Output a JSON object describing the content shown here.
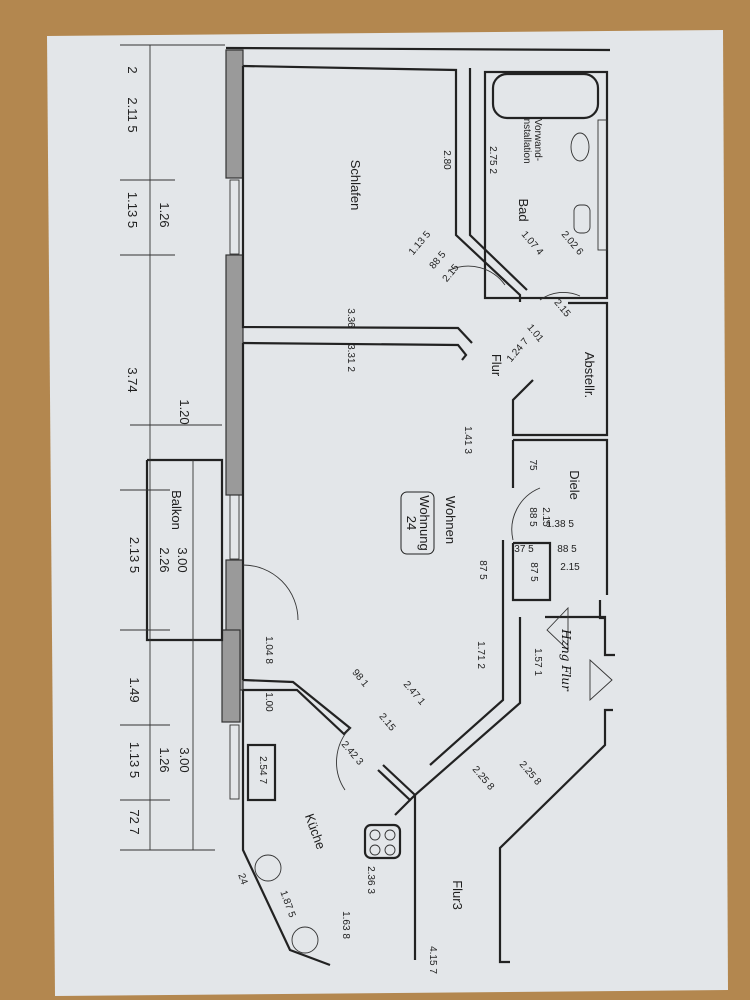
{
  "colors": {
    "background": "#b3874f",
    "paper": "#e3e6e9",
    "ink": "#222222"
  },
  "rooms": {
    "schlafen": "Schlafen",
    "wohnen": "Wohnen",
    "wohnung_line1": "Wohnung",
    "wohnung_line2": "24",
    "balkon": "Balkon",
    "kueche": "Küche",
    "bad": "Bad",
    "vorwand_line1": "Vorwand-",
    "vorwand_line2": "installation",
    "flur": "Flur",
    "abstellr": "Abstellr.",
    "diele": "Diele",
    "flur3": "Flur3"
  },
  "handwritten_note": "Hzng Flur",
  "left_dims": {
    "d1": "2",
    "d2": "2.11 5",
    "d3": "1.13 5",
    "d4": "1.26",
    "d5": "3.74",
    "d6": "1.20",
    "d7": "2.13 5",
    "d8": "2.26",
    "d9": "3.00",
    "d10": "1.49",
    "d11": "1.13 5",
    "d12": "1.26",
    "d13": "3.00",
    "d14": "72 7"
  },
  "inner_dims": {
    "schlafen_depth": "2.80",
    "schlafen_width": "3.36",
    "wohnen_width": "3.31 2",
    "bad_depth": "2.75 2",
    "wohnen_1": "1.41 3",
    "wohnen_2": "87 5",
    "wohnen_3": "1.71 2",
    "kueche_1": "1.04 8",
    "kueche_2": "1.00",
    "kueche_3": "2.54 7",
    "kueche_4": "2.36 3",
    "kueche_5": "1.63 8",
    "kueche_6": "1.87 5",
    "kueche_7": "24",
    "flur_1": "1.57 1",
    "flur_2": "2.25 8",
    "flur_3": "2.25 8",
    "flur3_len": "4.15 7",
    "diele_1": "75",
    "diele_2": "88 5",
    "diele_3": "2.15",
    "diele_4": "1.38 5",
    "diele_5": "37 5",
    "diele_6": "88 5",
    "diele_7": "2.15",
    "diele_8": "87 5",
    "bad_1": "1.07 4",
    "bad_2": "2.02 6",
    "flur_4": "1.01",
    "flur_5": "1.24 7",
    "bad_3": "2.15",
    "diag_1": "1.13 5",
    "diag_2": "88 5",
    "diag_3": "2.15",
    "kueche_diag_1": "98 1",
    "kueche_diag_2": "2.47 1",
    "kueche_diag_3": "2.15",
    "kueche_diag_4": "2.42 3"
  }
}
